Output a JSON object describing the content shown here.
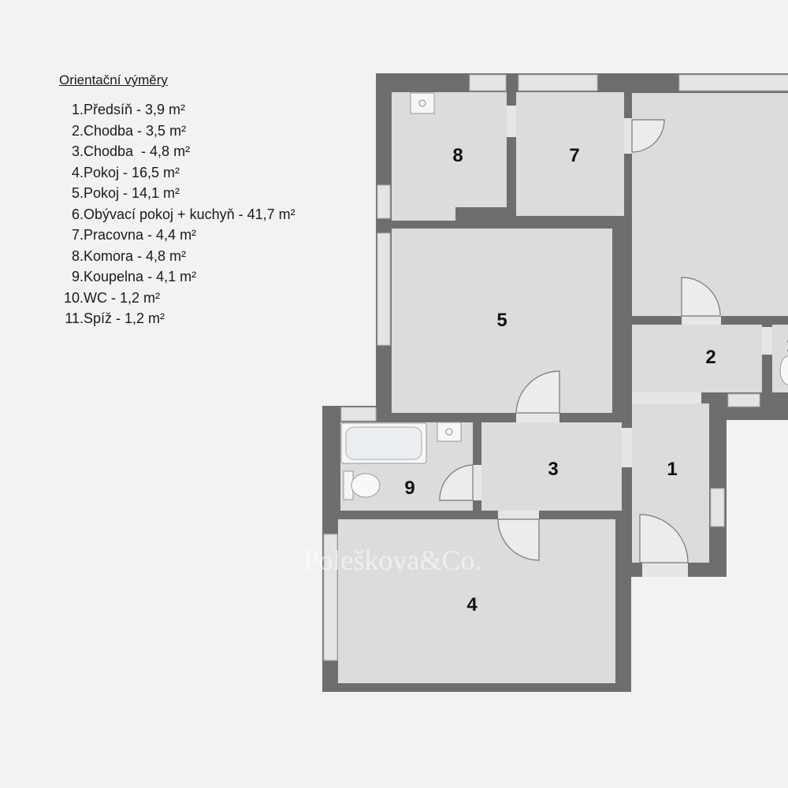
{
  "legend": {
    "title": "Orientační výměry",
    "items": [
      {
        "number": "1.",
        "text": "Předsíň - 3,9 m²"
      },
      {
        "number": "2.",
        "text": "Chodba - 3,5 m²"
      },
      {
        "number": "3.",
        "text": "Chodba  - 4,8 m²"
      },
      {
        "number": "4.",
        "text": "Pokoj - 16,5 m²"
      },
      {
        "number": "5.",
        "text": "Pokoj - 14,1 m²"
      },
      {
        "number": "6.",
        "text": "Obývací pokoj + kuchyň - 41,7 m²"
      },
      {
        "number": "7.",
        "text": "Pracovna - 4,4 m²"
      },
      {
        "number": "8.",
        "text": "Komora - 4,8 m²"
      },
      {
        "number": "9.",
        "text": "Koupelna - 4,1 m²"
      },
      {
        "number": "10.",
        "text": "WC - 1,2 m²"
      },
      {
        "number": "11.",
        "text": "Spíž - 1,2 m²"
      }
    ]
  },
  "plan": {
    "rooms": [
      {
        "label": "8"
      },
      {
        "label": "7"
      },
      {
        "label": "5"
      },
      {
        "label": "2"
      },
      {
        "label": "1"
      },
      {
        "label": "3"
      },
      {
        "label": "9"
      },
      {
        "label": "4"
      },
      {
        "label": "1"
      }
    ],
    "watermark": "Poleškova&Co.",
    "colors": {
      "wall": "#6e6e6e",
      "floor": "#dcdcdc",
      "background": "#f2f2f2",
      "window": "#e4e4e4"
    }
  }
}
